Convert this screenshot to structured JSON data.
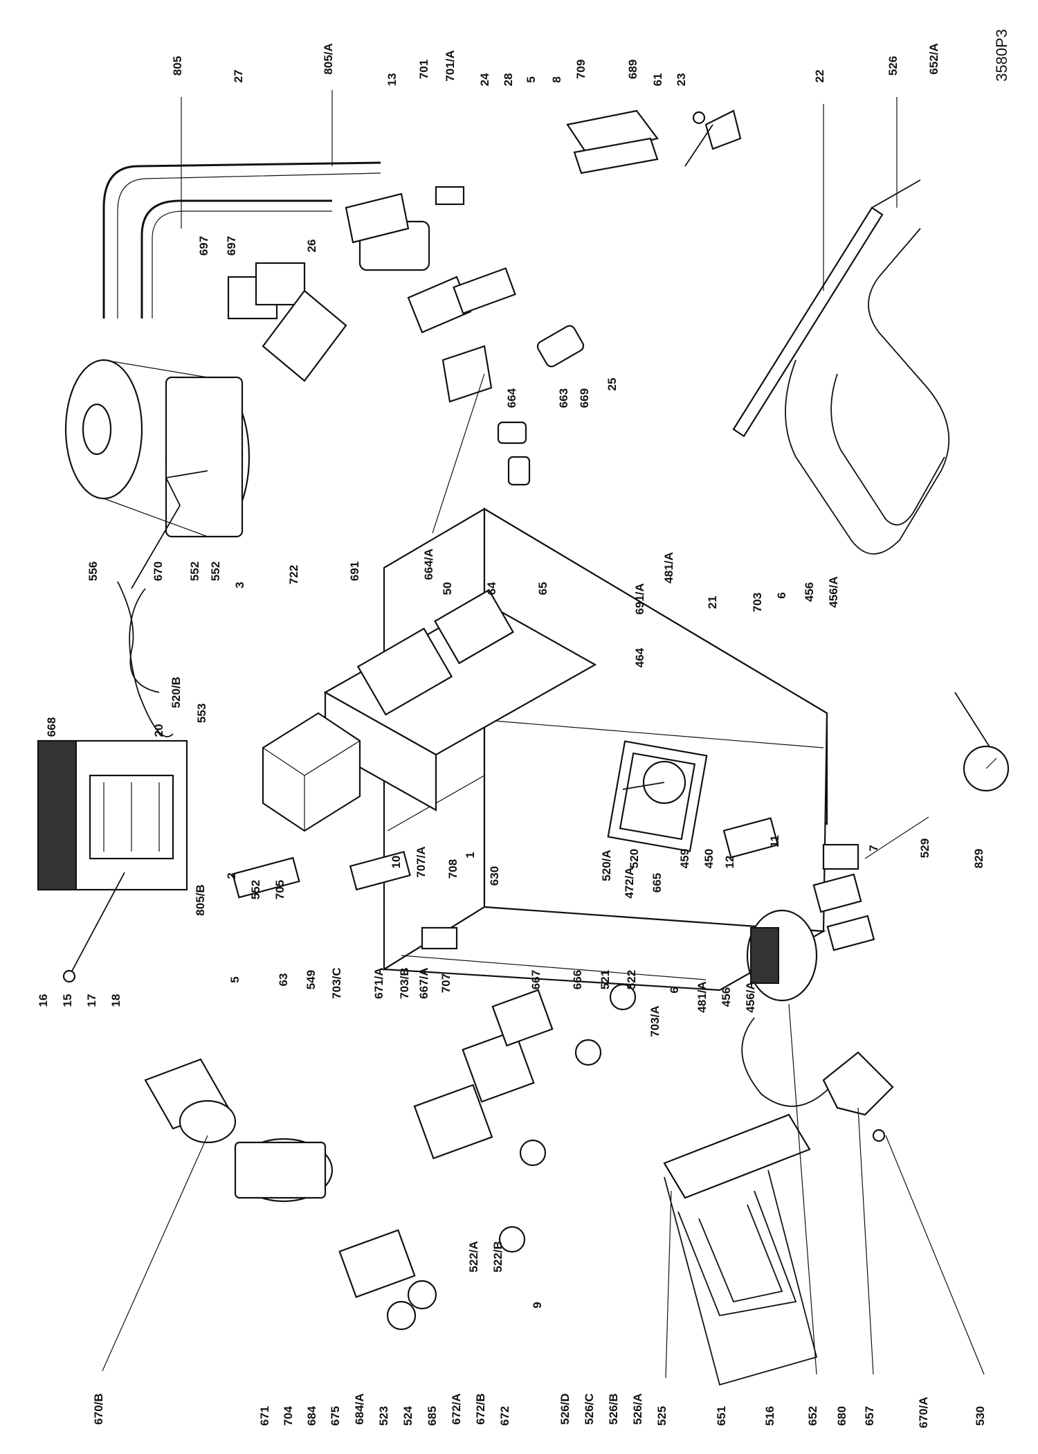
{
  "drawing_reference": "3580P3",
  "labels": {
    "top": [
      "805",
      "27",
      "805/A",
      "13",
      "701",
      "701/A",
      "24",
      "28",
      "5",
      "8",
      "709",
      "689",
      "61",
      "23",
      "22",
      "526",
      "652/A"
    ],
    "upper_left": [
      "697",
      "697",
      "26",
      "670",
      "556",
      "552",
      "552",
      "3",
      "722",
      "691",
      "520/B",
      "553",
      "668",
      "20",
      "805/B",
      "2",
      "552",
      "705",
      "10",
      "707/A"
    ],
    "upper_center": [
      "664/A",
      "50",
      "64",
      "65",
      "664",
      "663",
      "669",
      "25",
      "691/A",
      "464",
      "481/A",
      "21",
      "703",
      "6",
      "456",
      "456/A"
    ],
    "center": [
      "708",
      "1",
      "630",
      "520/A",
      "520",
      "472/A",
      "665",
      "459",
      "450",
      "12",
      "11",
      "7",
      "529",
      "829"
    ],
    "left_column": [
      "16",
      "15",
      "17",
      "18",
      "5",
      "63",
      "549",
      "703/C",
      "703/B",
      "671/A",
      "667/A",
      "707",
      "667",
      "666",
      "521",
      "522",
      "703/A",
      "6",
      "481/A",
      "456",
      "456/A"
    ],
    "bottom": [
      "670/B",
      "671",
      "704",
      "684",
      "675",
      "684/A",
      "523",
      "524",
      "685",
      "672/A",
      "672/B",
      "672",
      "522/A",
      "522/B",
      "9",
      "526/D",
      "526/C",
      "526/B",
      "526/A",
      "525",
      "651",
      "516",
      "652",
      "680",
      "657",
      "670/A",
      "530"
    ]
  }
}
